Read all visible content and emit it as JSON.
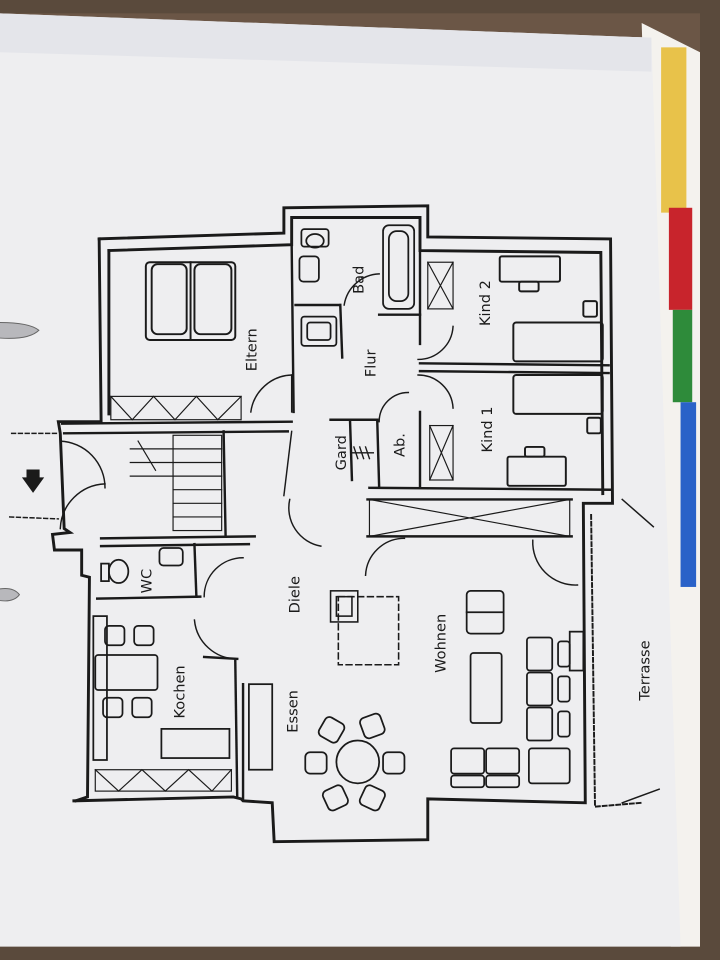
{
  "plan": {
    "rooms": {
      "bad": "Bad",
      "kind2": "Kind 2",
      "eltern": "Eltern",
      "flur": "Flur",
      "kind1": "Kind 1",
      "ab": "Ab.",
      "gard": "Gard",
      "wc": "WC",
      "diele": "Diele",
      "wohnen": "Wohnen",
      "kochen": "Kochen",
      "essen": "Essen",
      "terrasse": "Terrasse"
    }
  },
  "tabs": {
    "colors": [
      "#e8c24a",
      "#c8242c",
      "#2e8b3a",
      "#2a62c8"
    ]
  },
  "paper_color": "#eeeef0",
  "ink_color": "#1a1a1a"
}
